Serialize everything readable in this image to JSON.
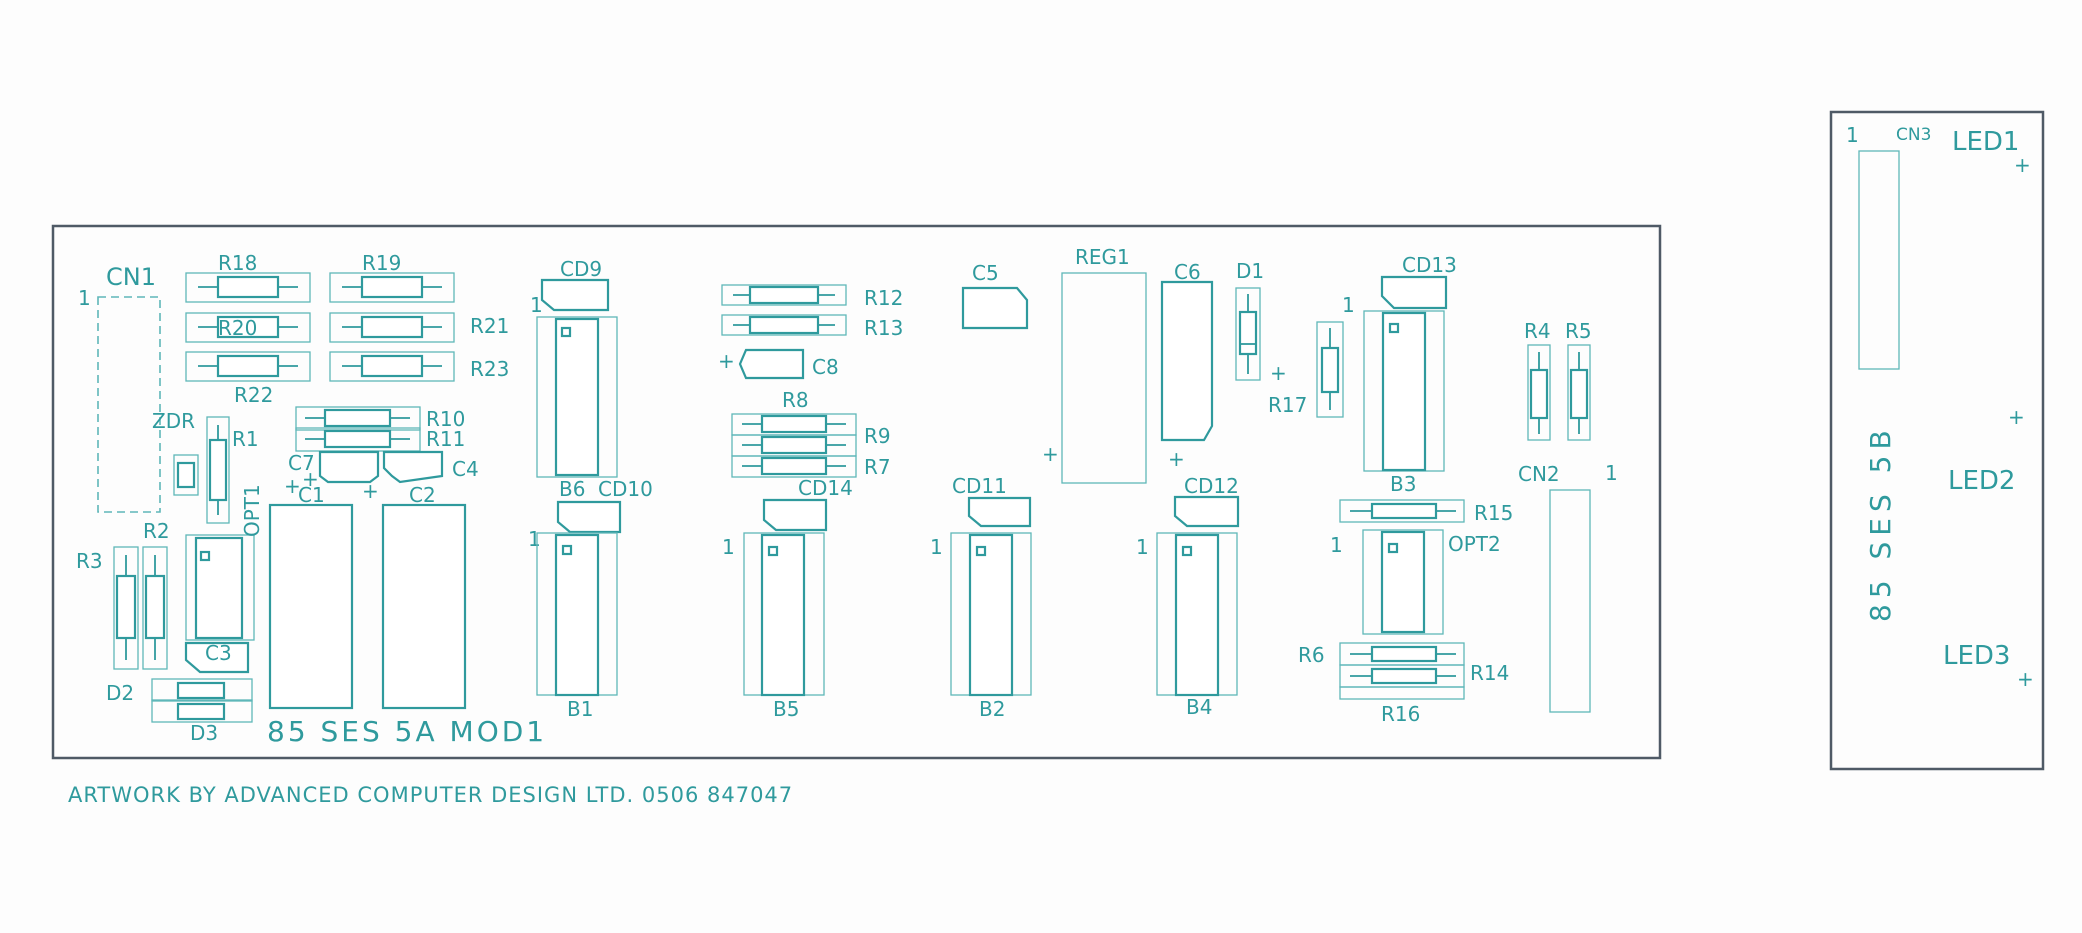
{
  "colors": {
    "ink": "#2f9a9d",
    "outline": "#4f5a66",
    "paper": "#fdfdfd"
  },
  "board_main_label": "85 SES 5A MOD1",
  "board_side_label": "85 SES 5B",
  "credit": "ARTWORK BY ADVANCED COMPUTER DESIGN LTD.  0506 847047",
  "connectors": {
    "cn1": "CN1",
    "cn2": "CN2",
    "cn3": "CN3",
    "cn1_pin": "1",
    "cn2_pin": "1",
    "cn3_pin": "1"
  },
  "leds": {
    "led1": "LED1",
    "led2": "LED2",
    "led3": "LED3",
    "plus": "+"
  },
  "resistors": {
    "r1": "R1",
    "r2": "R2",
    "r3": "R3",
    "r4": "R4",
    "r5": "R5",
    "r6": "R6",
    "r7": "R7",
    "r8": "R8",
    "r9": "R9",
    "r10": "R10",
    "r11": "R11",
    "r12": "R12",
    "r13": "R13",
    "r14": "R14",
    "r15": "R15",
    "r16": "R16",
    "r17": "R17",
    "r18": "R18",
    "r19": "R19",
    "r20": "R20",
    "r21": "R21",
    "r22": "R22",
    "r23": "R23"
  },
  "capacitors": {
    "c1": "C1",
    "c2": "C2",
    "c3": "C3",
    "c4": "C4",
    "c5": "C5",
    "c6": "C6",
    "c7": "C7",
    "c8": "C8"
  },
  "chips": {
    "b1": "B1",
    "b2": "B2",
    "b3": "B3",
    "b4": "B4",
    "b5": "B5",
    "b6": "B6",
    "cd9": "CD9",
    "cd10": "CD10",
    "cd11": "CD11",
    "cd12": "CD12",
    "cd13": "CD13",
    "cd14": "CD14",
    "opt1": "OPT1",
    "opt2": "OPT2",
    "pin1": "1"
  },
  "misc": {
    "reg1": "REG1",
    "d1": "D1",
    "d2": "D2",
    "d3": "D3",
    "zdr": "ZDR",
    "plus": "+"
  }
}
